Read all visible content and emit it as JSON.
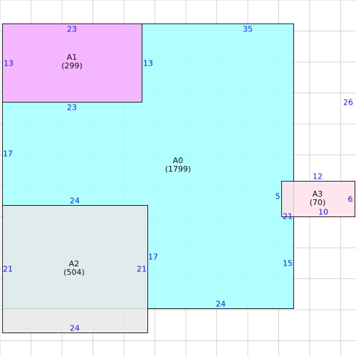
{
  "colors": {
    "a0": "#a5ffff",
    "a1": "#ffaaff",
    "a2": "#e8e8e8",
    "a3": "#ffe0ea",
    "dimension_text": "#1a1ad6",
    "grid": "#d4d4d4"
  },
  "rooms": {
    "a0": {
      "name": "A0",
      "area": "(1799)"
    },
    "a1": {
      "name": "A1",
      "area": "(299)"
    },
    "a2": {
      "name": "A2",
      "area": "(504)"
    },
    "a3": {
      "name": "A3",
      "area": "(70)"
    }
  },
  "dimensions": {
    "a0": {
      "top": "35",
      "right": "26",
      "left": "17",
      "notch_left": "5",
      "notch_bottom": "21",
      "right_lower": "15",
      "bottom": "24",
      "a2_right": "17"
    },
    "a1": {
      "top": "23",
      "left": "13",
      "right": "13",
      "bottom": "23"
    },
    "a2": {
      "top": "24",
      "left": "21",
      "right": "21",
      "bottom": "24"
    },
    "a3": {
      "top": "12",
      "right": "6",
      "bottom": "10"
    }
  }
}
